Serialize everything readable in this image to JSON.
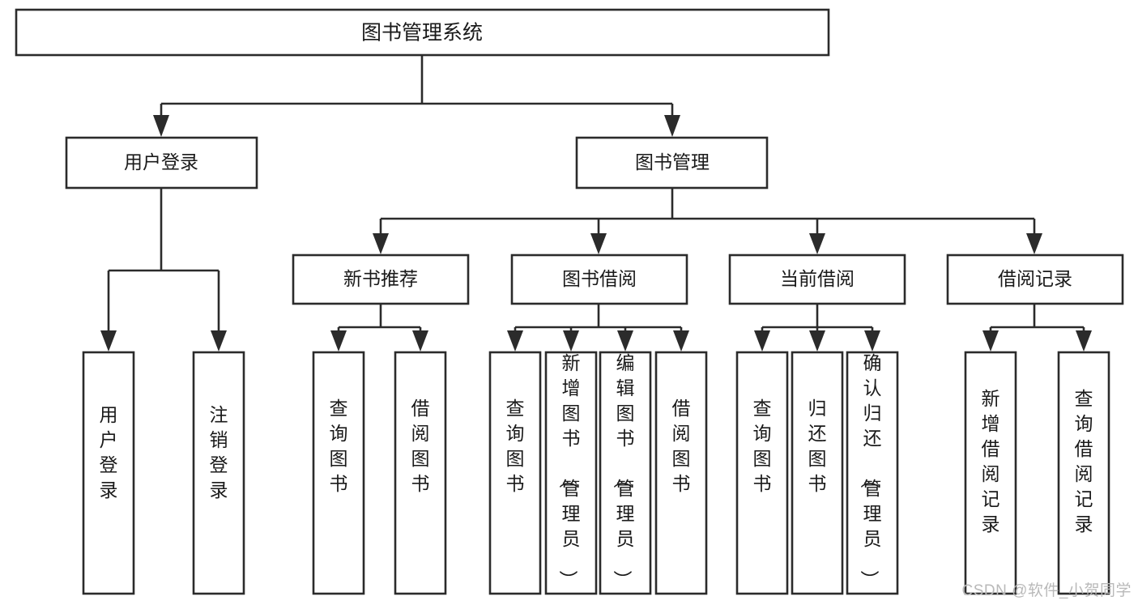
{
  "diagram": {
    "title": "图书管理系统",
    "watermark": "CSDN @软件_小贺同学",
    "colors": {
      "stroke": "#2b2b2b",
      "fill": "#ffffff",
      "text": "#1a1a1a",
      "watermark": "#b9b9b9",
      "background": "#ffffff"
    },
    "root": {
      "label": "图书管理系统"
    },
    "level2": [
      {
        "label": "用户登录"
      },
      {
        "label": "图书管理"
      }
    ],
    "level3": [
      {
        "label": "新书推荐"
      },
      {
        "label": "图书借阅"
      },
      {
        "label": "当前借阅"
      },
      {
        "label": "借阅记录"
      }
    ],
    "leaves": {
      "user_login": [
        {
          "label": "用户登录"
        },
        {
          "label": "注销登录"
        }
      ],
      "new_book": [
        {
          "label": "查询图书"
        },
        {
          "label": "借阅图书"
        }
      ],
      "book_borrow": [
        {
          "label": "查询图书"
        },
        {
          "label": "新增图书（管理员）"
        },
        {
          "label": "编辑图书（管理员）"
        },
        {
          "label": "借阅图书"
        }
      ],
      "current_borrow": [
        {
          "label": "查询图书"
        },
        {
          "label": "归还图书"
        },
        {
          "label": "确认归还（管理员）"
        }
      ],
      "borrow_record": [
        {
          "label": "新增借阅记录"
        },
        {
          "label": "查询借阅记录"
        }
      ]
    }
  }
}
